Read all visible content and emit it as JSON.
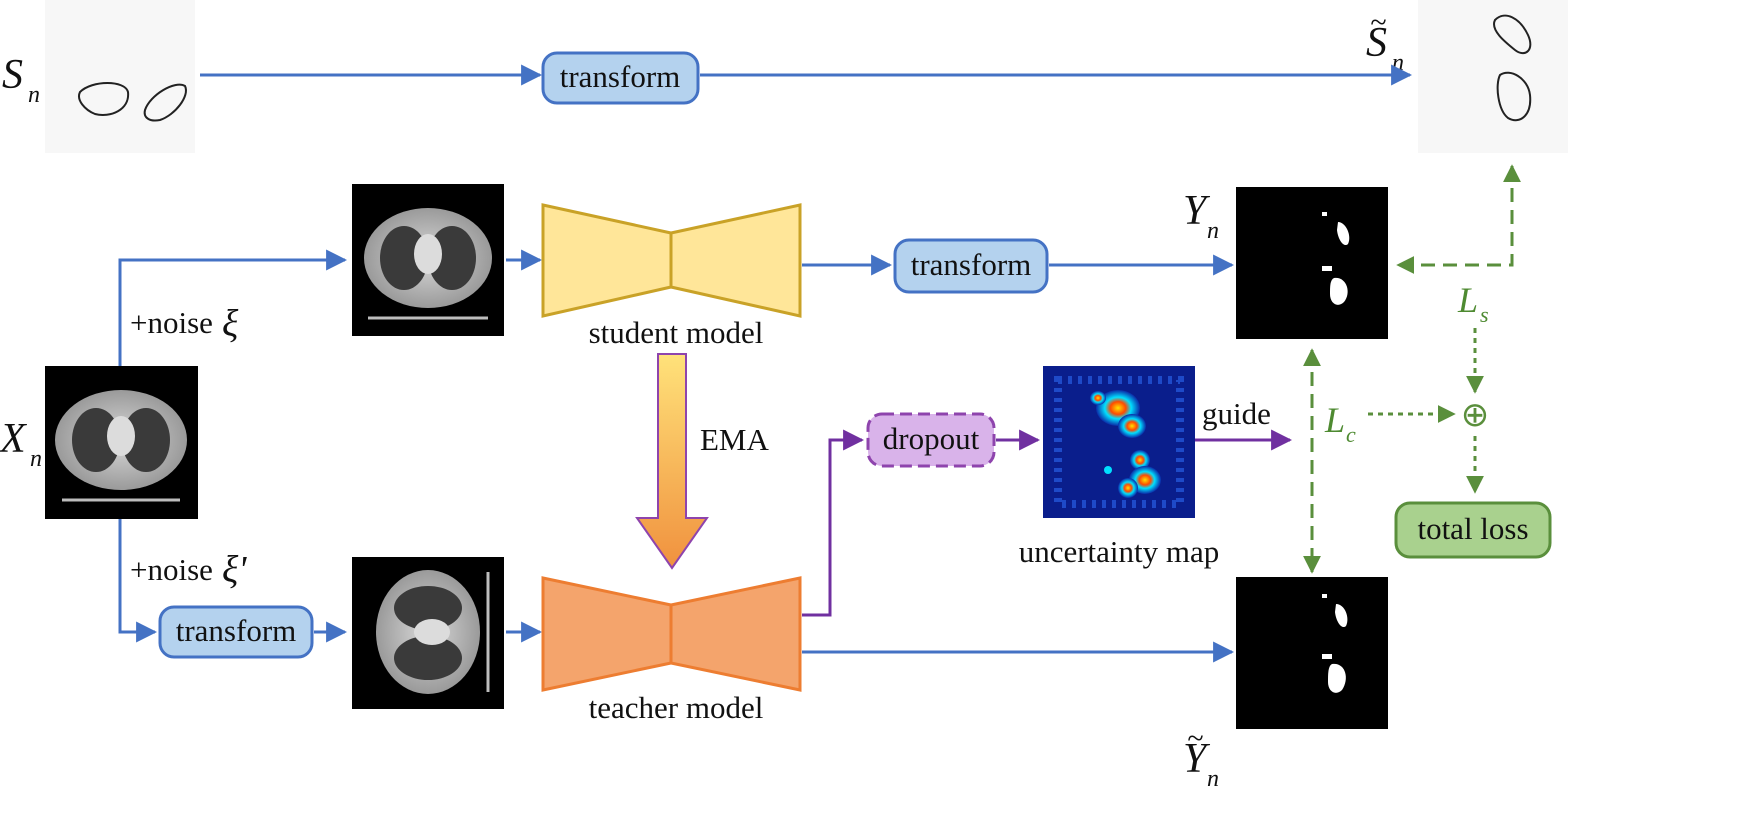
{
  "symbols": {
    "s_n": {
      "main": "S",
      "sub": "n"
    },
    "s_n_tilde": {
      "main": "S",
      "sub": "n",
      "accent": "~"
    },
    "x_n": {
      "main": "X",
      "sub": "n"
    },
    "y_n": {
      "main": "Y",
      "sub": "n"
    },
    "y_n_tilde": {
      "main": "Y",
      "sub": "n",
      "accent": "~"
    },
    "l_s": {
      "main": "L",
      "sub": "s"
    },
    "l_c": {
      "main": "L",
      "sub": "c"
    }
  },
  "boxes": {
    "transform_top": "transform",
    "transform_student": "transform",
    "transform_teacher": "transform",
    "dropout": "dropout",
    "total_loss": "total loss"
  },
  "labels": {
    "noise_student_prefix": "+noise",
    "noise_student_symbol": "ξ",
    "noise_teacher_prefix": "+noise",
    "noise_teacher_symbol": "ξ'",
    "student_model": "student model",
    "teacher_model": "teacher model",
    "ema": "EMA",
    "uncertainty_map": "uncertainty map",
    "guide": "guide",
    "sum_symbol": "⊕"
  },
  "colors": {
    "flow_blue": "#4472c4",
    "transform_fill": "#b4d2ee",
    "transform_stroke": "#4472c4",
    "student_fill": "#ffe699",
    "student_stroke": "#c9a227",
    "teacher_fill": "#f4a46c",
    "teacher_stroke": "#ed7d31",
    "dropout_fill": "#d9b3ea",
    "dropout_stroke": "#8e44ad",
    "guide_purple": "#7030a0",
    "loss_green": "#5a8f3c",
    "loss_fill": "#a9d18e",
    "ema_top": "#ffe27a",
    "ema_bottom": "#f0913e"
  },
  "icons": {
    "ct_scan": "ct-scan-image",
    "shape_contour": "shape-contour-image",
    "mask": "segmentation-mask-image",
    "uncertainty": "uncertainty-heatmap-image"
  }
}
